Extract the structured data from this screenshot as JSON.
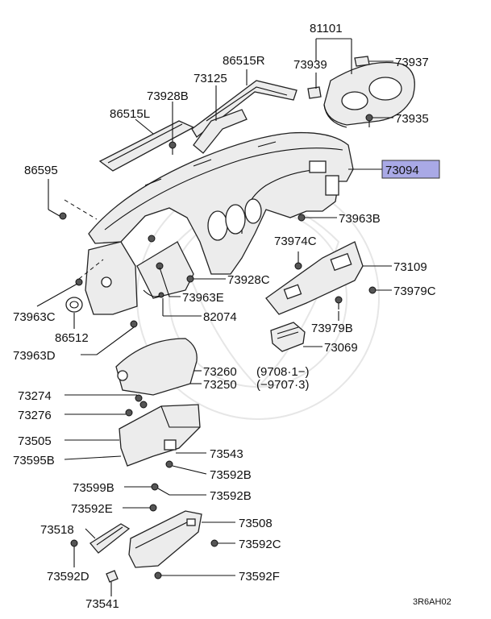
{
  "labels": {
    "p81101": "81101",
    "p86515R": "86515R",
    "p73939": "73939",
    "p73937": "73937",
    "p73125": "73125",
    "p73928B": "73928B",
    "p73935": "73935",
    "p86515L": "86515L",
    "p73094": "73094",
    "p86595": "86595",
    "p73963B": "73963B",
    "p73974C": "73974C",
    "p73109": "73109",
    "p73928C": "73928C",
    "p73979C": "73979C",
    "p73963C": "73963C",
    "p73963E": "73963E",
    "p82074": "82074",
    "p86512": "86512",
    "p73979B": "73979B",
    "p73069": "73069",
    "p73963D": "73963D",
    "p73260": "73260",
    "p73260_note": "(9708·1−)",
    "p73250": "73250",
    "p73250_note": "(−9707·3)",
    "p73274": "73274",
    "p73276": "73276",
    "p73505": "73505",
    "p73543": "73543",
    "p73595B": "73595B",
    "p73592B_1": "73592B",
    "p73599B": "73599B",
    "p73592B_2": "73592B",
    "p73592E": "73592E",
    "p73508": "73508",
    "p73518": "73518",
    "p73592C": "73592C",
    "p73592D": "73592D",
    "p73592F": "73592F",
    "p73541": "73541",
    "ref_code": "3R6AH02"
  },
  "highlight_color": "#a9a9e6"
}
